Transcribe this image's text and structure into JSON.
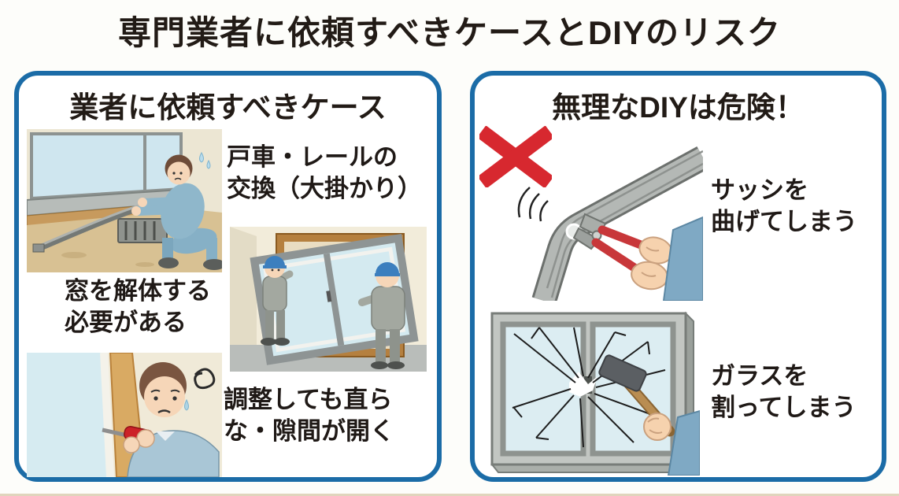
{
  "title": "専門業者に依頼すべきケースとDIYのリスク",
  "colors": {
    "panel_border": "#1b6ca7",
    "prohibition_red": "#d7282f",
    "text": "#221b16",
    "background": "#fdfdfa"
  },
  "left_panel": {
    "heading": "業者に依頼すべきケース",
    "cases": [
      {
        "label": "戸車・レールの\n交換（大掛かり）",
        "illustration": "man-removing-bent-window-rail"
      },
      {
        "label": "窓を解体する\n必要がある",
        "illustration": "two-workers-carrying-window"
      },
      {
        "label": "調整しても直ら\nな・隙間が開く",
        "illustration": "man-adjusting-window-with-screwdriver"
      }
    ]
  },
  "right_panel": {
    "heading": "無理なDIYは危険！",
    "prohibition_mark": "✕",
    "risks": [
      {
        "label": "サッシを\n曲げてしまう",
        "illustration": "pliers-bending-window-sash"
      },
      {
        "label": "ガラスを\n割ってしまう",
        "illustration": "hammer-breaking-window-glass"
      }
    ]
  }
}
